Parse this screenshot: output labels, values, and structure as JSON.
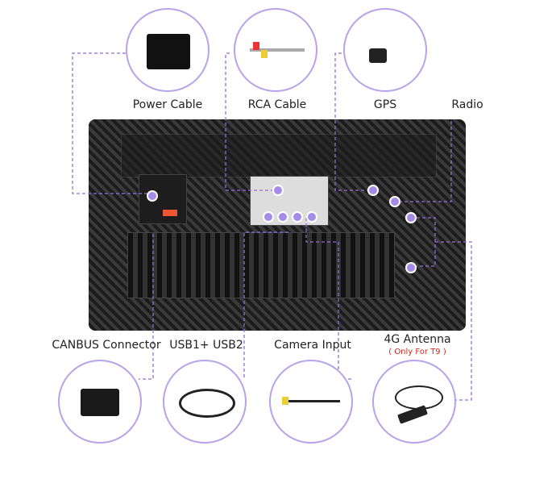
{
  "top_items": [
    {
      "label": "Power Cable",
      "icon": "power-cable-icon"
    },
    {
      "label": "RCA Cable",
      "icon": "rca-cable-icon"
    },
    {
      "label": "GPS",
      "icon": "gps-antenna-icon"
    },
    {
      "label": "Radio",
      "icon": "radio-icon"
    }
  ],
  "bottom_items": [
    {
      "label": "CANBUS Connector",
      "icon": "canbus-box-icon"
    },
    {
      "label": "USB1+ USB2",
      "icon": "usb-cable-icon"
    },
    {
      "label": "Camera Input",
      "icon": "camera-cable-icon"
    },
    {
      "label": "4G Antenna",
      "note": "( Only For T9 )",
      "icon": "4g-antenna-icon"
    }
  ],
  "colors": {
    "accent": "#8e6fdc",
    "circle": "#b7a3e8",
    "note": "#d0281e"
  }
}
